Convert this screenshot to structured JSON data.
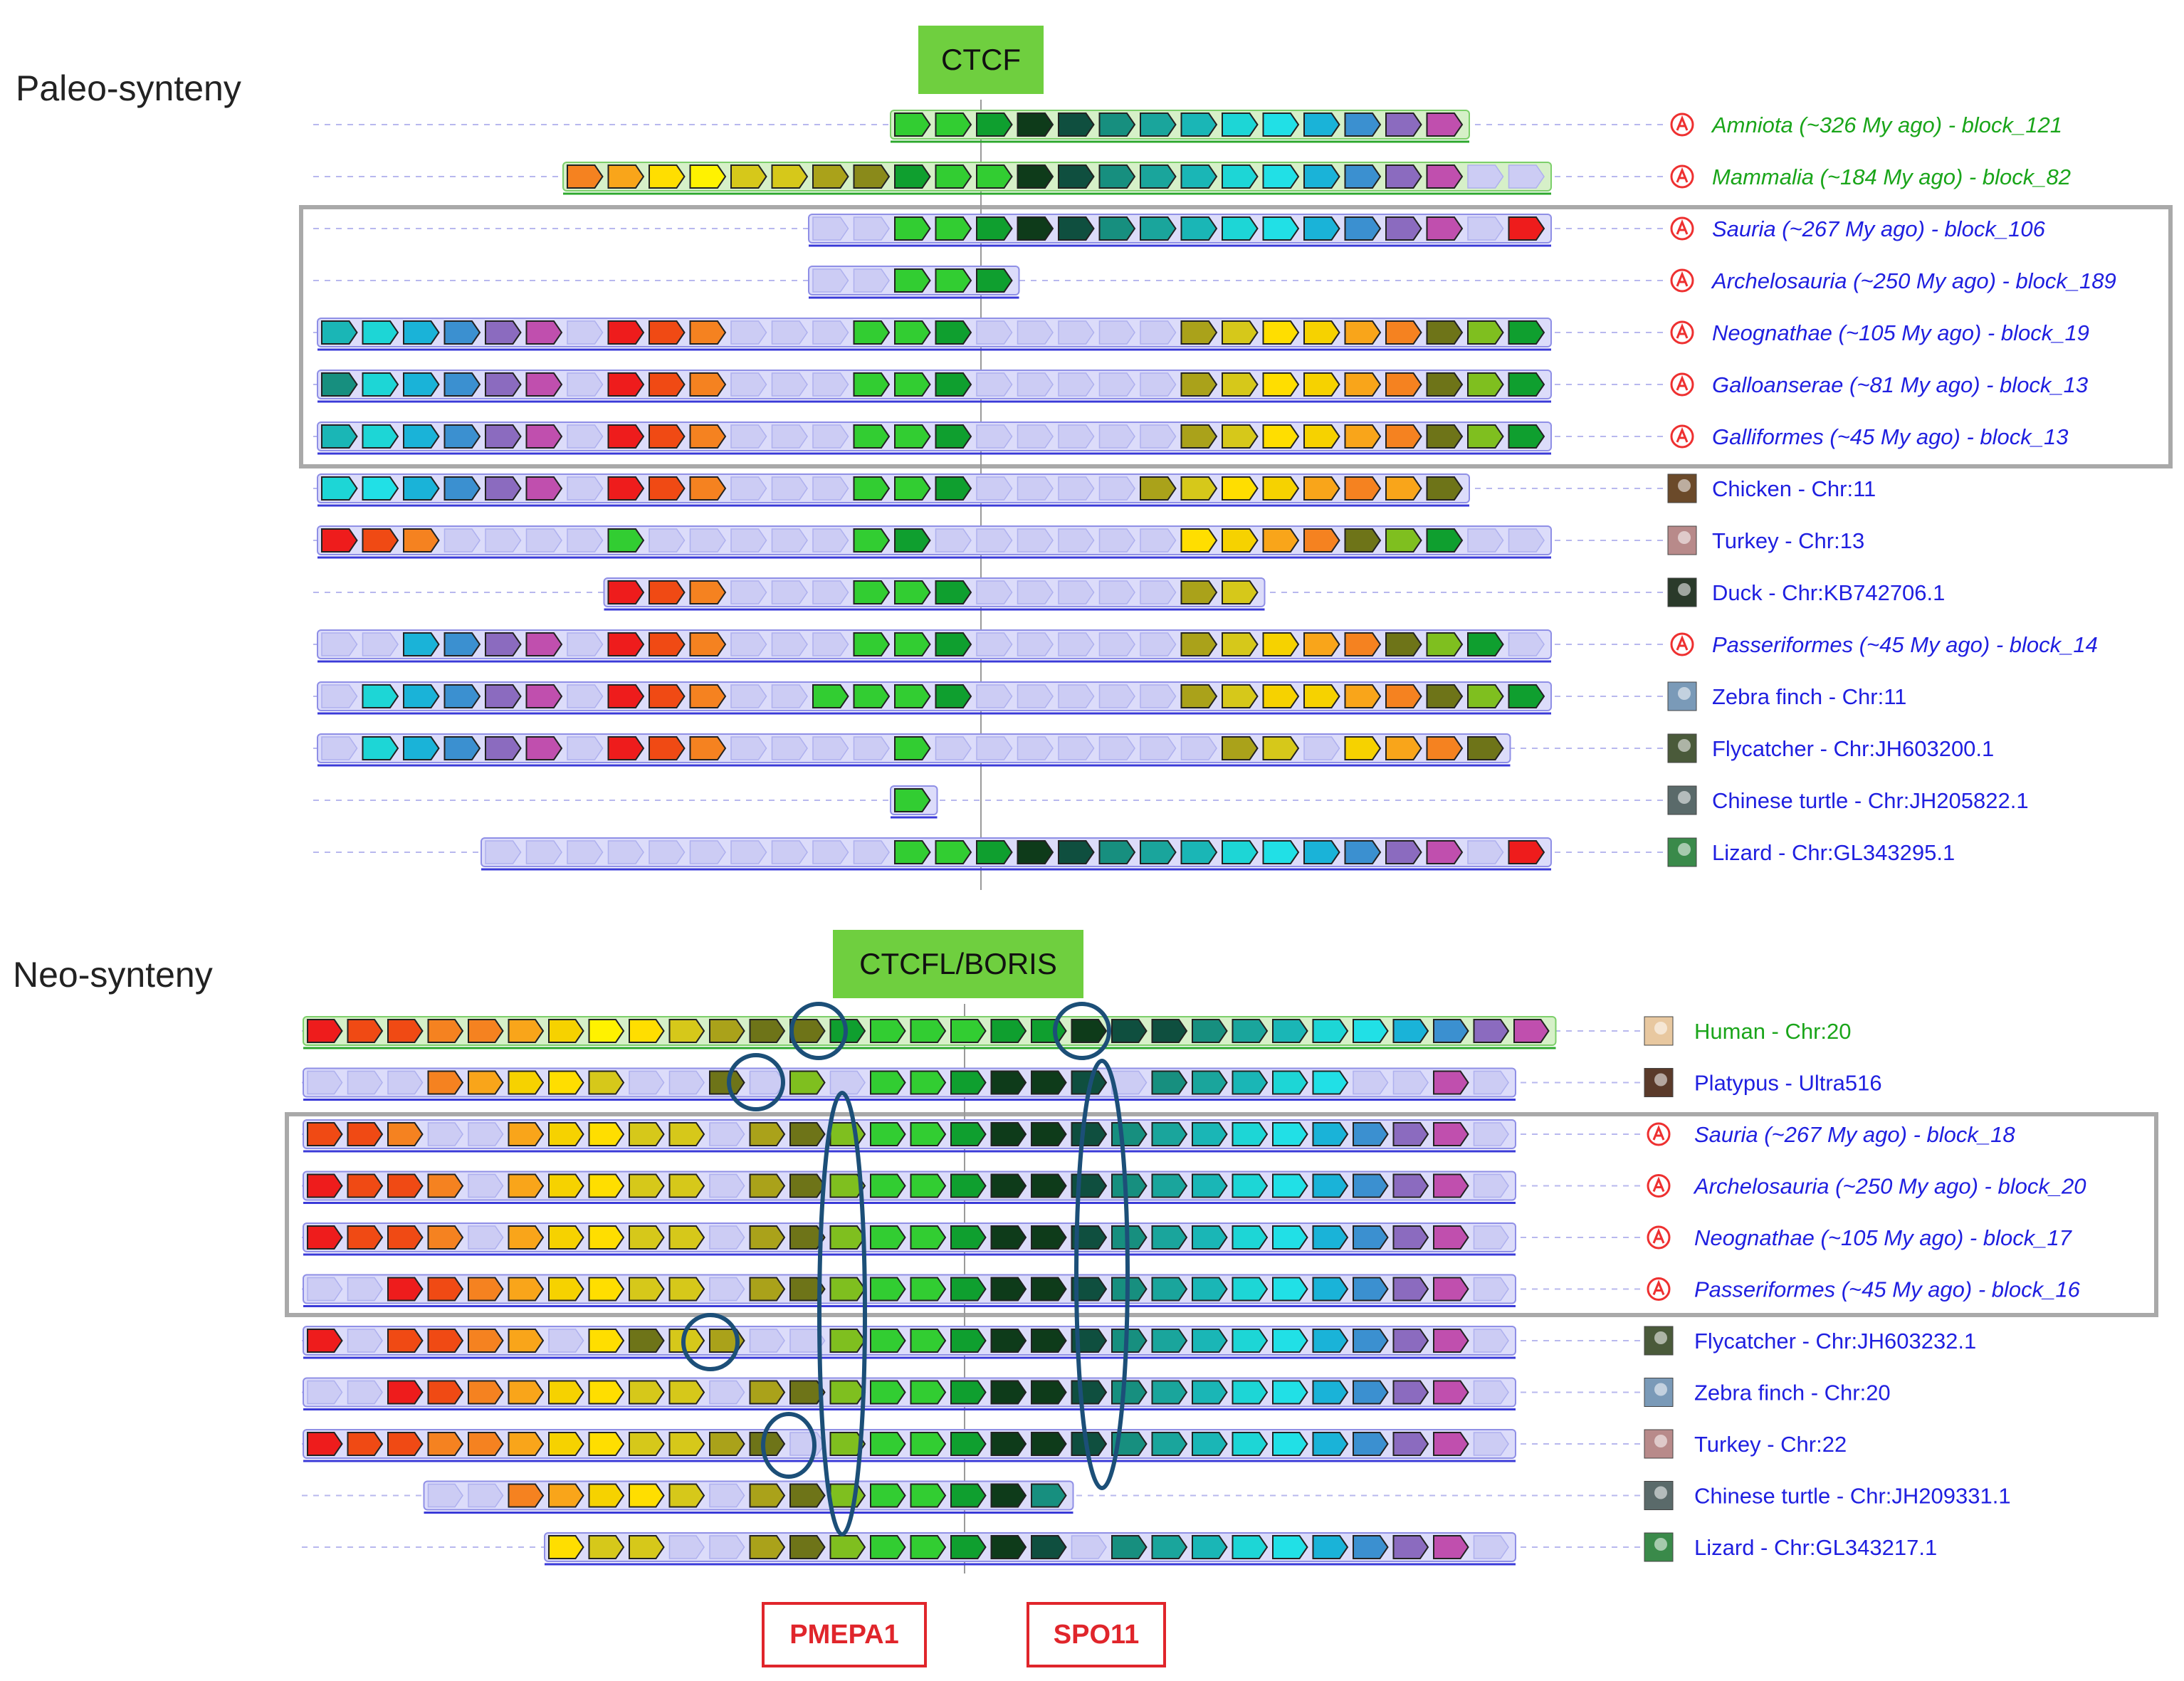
{
  "palette": {
    "R": "#ee1c1c",
    "RO": "#f04a14",
    "O": "#f58220",
    "OY": "#f9a51a",
    "Y": "#ffde00",
    "YO": "#f6d200",
    "YY": "#fff200",
    "LY": "#d6c81a",
    "OL": "#aaa21a",
    "OD": "#8a8a1a",
    "OK": "#6e7418",
    "LG": "#7fbf1f",
    "G": "#32cd32",
    "BG": "#15d215",
    "DG": "#0f9f2f",
    "DK": "#0e3b1a",
    "DT": "#0f4f3f",
    "T": "#178f7f",
    "TT": "#1aa59c",
    "TC": "#1ab6b6",
    "C": "#1dd6d6",
    "CC": "#21e0e6",
    "LB": "#1ab3d8",
    "B": "#3b90d0",
    "P": "#8b6bbf",
    "M": "#c04fae",
    "GH": "#c8c8f2"
  },
  "colors": {
    "green_label": "#6fcf3f",
    "blue_text": "#1f1fe0",
    "green_text": "#1aa51a",
    "ancestor_icon": "#ee3030",
    "box_border": "#a9a9a9",
    "circle": "#1c4f78",
    "red_box": "#e0252b"
  },
  "section1": {
    "title": "Paleo-synteny",
    "gene": "CTCF",
    "rows": [
      {
        "label": "Amniota (~326 My ago) - block_121",
        "icon": "ancestor",
        "text_color": "green",
        "track": "green",
        "genes": "-,-,-,-,-,-,-,-,-,-,-,-,-,-,G,G,DG,DK,DT,T,TT,TC,C,CC,LB,B,P,M"
      },
      {
        "label": "Mammalia (~184 My ago) - block_82",
        "icon": "ancestor",
        "text_color": "green",
        "track": "green",
        "genes": "-,-,-,-,-,-,O,OY,Y,YY,LY,LY,OL,OD,DG,G,G,DK,DT,T,TT,TC,C,CC,LB,B,P,M,GH,GH"
      },
      {
        "label": "Sauria (~267 My ago) - block_106",
        "icon": "ancestor",
        "text_color": "blue",
        "track": "blue",
        "genes": "-,-,-,-,-,-,-,-,-,-,-,-,GH,GH,G,G,DG,DK,DT,T,TT,TC,C,CC,LB,B,P,M,GH,R"
      },
      {
        "label": "Archelosauria (~250 My ago) - block_189",
        "icon": "ancestor",
        "text_color": "blue",
        "track": "blue",
        "genes": "-,-,-,-,-,-,-,-,-,-,-,-,GH,GH,G,G,DG"
      },
      {
        "label": "Neognathae (~105 My ago) - block_19",
        "icon": "ancestor",
        "text_color": "blue",
        "track": "blue",
        "genes": "TC,C,LB,B,P,M,GH,R,RO,O,GH,GH,GH,G,G,DG,GH,GH,GH,GH,GH,OL,LY,Y,YO,OY,O,OK,LG,DG"
      },
      {
        "label": "Galloanserae (~81 My ago) - block_13",
        "icon": "ancestor",
        "text_color": "blue",
        "track": "blue",
        "genes": "T,C,LB,B,P,M,GH,R,RO,O,GH,GH,GH,G,G,DG,GH,GH,GH,GH,GH,OL,LY,Y,YO,OY,O,OK,LG,DG"
      },
      {
        "label": "Galliformes (~45 My ago) - block_13",
        "icon": "ancestor",
        "text_color": "blue",
        "track": "blue",
        "genes": "TC,C,LB,B,P,M,GH,R,RO,O,GH,GH,GH,G,G,DG,GH,GH,GH,GH,GH,OL,LY,Y,YO,OY,O,OK,LG,DG"
      },
      {
        "label": "Chicken - Chr:11",
        "icon": "chicken",
        "text_color": "blue",
        "track": "blue",
        "genes": "C,CC,LB,B,P,M,GH,R,RO,O,GH,GH,GH,G,G,DG,GH,GH,GH,GH,OL,LY,Y,YO,OY,O,OY,OK"
      },
      {
        "label": "Turkey - Chr:13",
        "icon": "turkey",
        "text_color": "blue",
        "track": "blue",
        "genes": "R,RO,O,GH,GH,GH,GH,G,GH,GH,GH,GH,GH,G,DG,GH,GH,GH,GH,GH,GH,Y,YO,OY,O,OK,LG,DG,GH,GH"
      },
      {
        "label": "Duck - Chr:KB742706.1",
        "icon": "duck",
        "text_color": "blue",
        "track": "blue",
        "genes": "-,-,-,-,-,-,-,R,RO,O,GH,GH,GH,G,G,DG,GH,GH,GH,GH,GH,OL,LY"
      },
      {
        "label": "Passeriformes (~45 My ago) - block_14",
        "icon": "ancestor",
        "text_color": "blue",
        "track": "blue",
        "genes": "GH,GH,LB,B,P,M,GH,R,RO,O,GH,GH,GH,G,G,DG,GH,GH,GH,GH,GH,OL,LY,YO,OY,O,OK,LG,DG,GH"
      },
      {
        "label": "Zebra finch - Chr:11",
        "icon": "zebrafinch",
        "text_color": "blue",
        "track": "blue",
        "genes": "GH,C,LB,B,P,M,GH,R,RO,O,GH,GH,G,G,G,DG,GH,GH,GH,GH,GH,OL,LY,YO,YO,OY,O,OK,LG,DG"
      },
      {
        "label": "Flycatcher - Chr:JH603200.1",
        "icon": "flycatcher",
        "text_color": "blue",
        "track": "blue",
        "genes": "GH,C,LB,B,P,M,GH,R,RO,O,GH,GH,GH,GH,G,GH,GH,GH,GH,GH,GH,GH,OL,LY,GH,YO,OY,O,OK"
      },
      {
        "label": "Chinese turtle - Chr:JH205822.1",
        "icon": "turtle",
        "text_color": "blue",
        "track": "blue",
        "genes": "-,-,-,-,-,-,-,-,-,-,-,-,-,-,G"
      },
      {
        "label": "Lizard - Chr:GL343295.1",
        "icon": "lizard",
        "text_color": "blue",
        "track": "blue",
        "genes": "-,-,-,-,GH,GH,GH,GH,GH,GH,GH,GH,GH,GH,G,G,DG,DK,DT,T,TT,TC,C,CC,LB,B,P,M,GH,R"
      }
    ]
  },
  "section2": {
    "title": "Neo-synteny",
    "gene": "CTCFL/BORIS",
    "markers": [
      "PMEPA1",
      "SPO11"
    ],
    "rows": [
      {
        "label": "Human - Chr:20",
        "icon": "human",
        "text_color": "green",
        "track": "green",
        "genes": "R,RO,RO,O,O,OY,YO,YY,Y,LY,OL,OK,OK,DG,G,G,G,DG,DG,DK,DT,DT,T,TT,TC,C,CC,LB,B,P,M"
      },
      {
        "label": "Platypus - Ultra516",
        "icon": "platypus",
        "text_color": "blue",
        "track": "blue",
        "genes": "GH,GH,GH,O,OY,YO,Y,LY,GH,GH,OK,GH,LG,GH,G,G,DG,DK,DK,DT,GH,T,TT,TC,C,CC,GH,GH,M,GH"
      },
      {
        "label": "Sauria (~267 My ago) - block_18",
        "icon": "ancestor",
        "text_color": "blue",
        "track": "blue",
        "genes": "RO,RO,O,GH,GH,OY,YO,Y,LY,LY,GH,OL,OK,LG,G,G,DG,DK,DK,DT,T,TT,TC,C,CC,LB,B,P,M,GH"
      },
      {
        "label": "Archelosauria (~250 My ago) - block_20",
        "icon": "ancestor",
        "text_color": "blue",
        "track": "blue",
        "genes": "R,RO,RO,O,GH,OY,YO,Y,LY,LY,GH,OL,OK,LG,G,G,DG,DK,DK,DT,T,TT,TC,C,CC,LB,B,P,M,GH"
      },
      {
        "label": "Neognathae (~105 My ago) - block_17",
        "icon": "ancestor",
        "text_color": "blue",
        "track": "blue",
        "genes": "R,RO,RO,O,GH,OY,YO,Y,LY,LY,GH,OL,OK,LG,G,G,DG,DK,DK,DT,T,TT,TC,C,CC,LB,B,P,M,GH"
      },
      {
        "label": "Passeriformes (~45 My ago) - block_16",
        "icon": "ancestor",
        "text_color": "blue",
        "track": "blue",
        "genes": "GH,GH,R,RO,O,OY,YO,Y,LY,LY,GH,OL,OK,LG,G,G,DG,DK,DK,DT,T,TT,TC,C,CC,LB,B,P,M,GH"
      },
      {
        "label": "Flycatcher - Chr:JH603232.1",
        "icon": "flycatcher",
        "text_color": "blue",
        "track": "blue",
        "genes": "R,GH,RO,RO,O,OY,GH,Y,OK,LY,OL,GH,GH,LG,G,G,DG,DK,DK,DT,T,TT,TC,C,CC,LB,B,P,M,GH"
      },
      {
        "label": "Zebra finch - Chr:20",
        "icon": "zebrafinch",
        "text_color": "blue",
        "track": "blue",
        "genes": "GH,GH,R,RO,O,OY,YO,Y,LY,LY,GH,OL,OK,LG,G,G,DG,DK,DK,DT,T,TT,TC,C,CC,LB,B,P,M,GH"
      },
      {
        "label": "Turkey - Chr:22",
        "icon": "turkey",
        "text_color": "blue",
        "track": "blue",
        "genes": "R,RO,RO,O,O,OY,YO,Y,LY,LY,OL,OK,GH,LG,G,G,DG,DK,DK,DT,T,TT,TC,C,CC,LB,B,P,M,GH"
      },
      {
        "label": "Chinese turtle - Chr:JH209331.1",
        "icon": "turtle",
        "text_color": "blue",
        "track": "blue",
        "genes": "-,-,-,GH,GH,O,OY,YO,Y,LY,GH,OL,OK,LG,G,G,DG,DK,T"
      },
      {
        "label": "Lizard - Chr:GL343217.1",
        "icon": "lizard",
        "text_color": "blue",
        "track": "blue",
        "genes": "-,-,-,-,-,-,Y,LY,LY,GH,GH,OL,OK,LG,G,G,DG,DK,DT,GH,T,TT,TC,C,CC,LB,B,P,M,GH"
      }
    ]
  }
}
